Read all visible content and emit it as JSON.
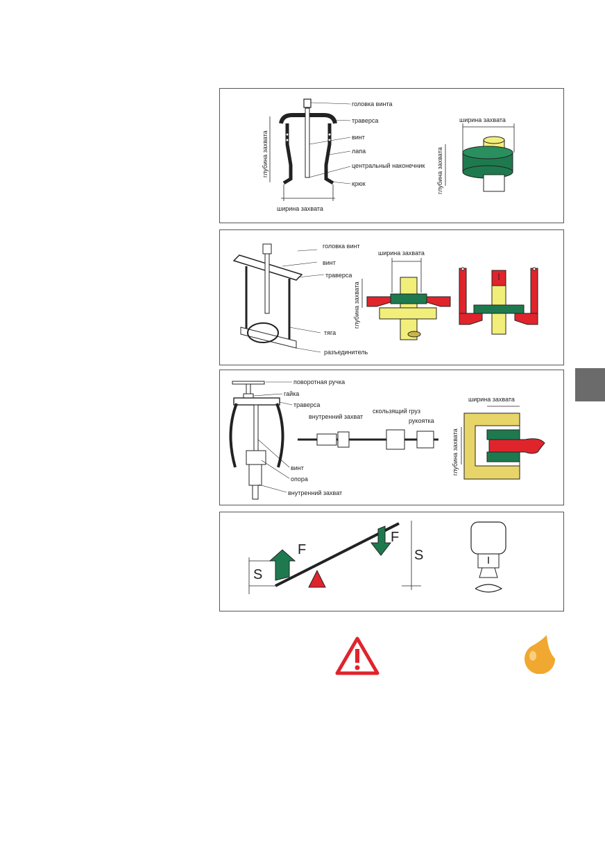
{
  "panel1": {
    "labels": {
      "screw_head": "головка винта",
      "crossbar": "траверса",
      "screw": "винт",
      "leg": "лапа",
      "center_tip": "центральный наконечник",
      "hook": "крюк",
      "grip_depth": "глубина захвата",
      "grip_width": "ширина захвата"
    }
  },
  "panel2": {
    "labels": {
      "screw_head": "головка винт",
      "screw": "винт",
      "crossbar": "траверса",
      "rod": "тяга",
      "separator": "разъединитель",
      "grip_width": "ширина захвата",
      "grip_depth": "глубина захвата"
    }
  },
  "panel3": {
    "labels": {
      "rotary_handle": "поворотная ручка",
      "nut": "гайка",
      "crossbar": "траверса",
      "internal_grip": "внутренний захват",
      "sliding_weight": "скользящий груз",
      "handle": "рукоятка",
      "screw": "винт",
      "support": "опора",
      "internal_grip2": "внутренний захват",
      "grip_width": "ширина захвата",
      "grip_depth": "глубина захвата"
    }
  },
  "panel4": {
    "labels": {
      "force_left": "F",
      "force_right": "F",
      "stroke_left": "S",
      "stroke_right": "S"
    }
  },
  "colors": {
    "green": "#1e7a4e",
    "red": "#e0242c",
    "yellow": "#f2ee7a",
    "tab": "#6b6b6b",
    "oil": "#f0a830"
  },
  "icons": {
    "warning": "warning-triangle-icon",
    "oil": "oil-drop-icon"
  }
}
